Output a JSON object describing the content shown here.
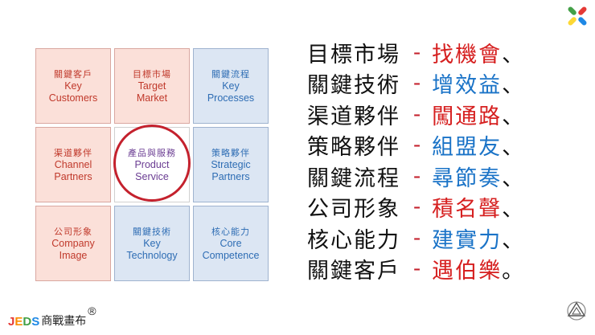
{
  "grid": [
    {
      "zh": "關鍵客戶",
      "en1": "Key",
      "en2": "Customers",
      "tone": "red"
    },
    {
      "zh": "目標市場",
      "en1": "Target",
      "en2": "Market",
      "tone": "red"
    },
    {
      "zh": "關鍵流程",
      "en1": "Key",
      "en2": "Processes",
      "tone": "blue"
    },
    {
      "zh": "渠道夥伴",
      "en1": "Channel",
      "en2": "Partners",
      "tone": "red"
    },
    {
      "zh": "產品與服務",
      "en1": "Product",
      "en2": "Service",
      "tone": "center"
    },
    {
      "zh": "策略夥伴",
      "en1": "Strategic",
      "en2": "Partners",
      "tone": "blue"
    },
    {
      "zh": "公司形象",
      "en1": "Company",
      "en2": "Image",
      "tone": "red"
    },
    {
      "zh": "關鍵技術",
      "en1": "Key",
      "en2": "Technology",
      "tone": "blue"
    },
    {
      "zh": "核心能力",
      "en1": "Core",
      "en2": "Competence",
      "tone": "blue"
    }
  ],
  "list": [
    {
      "term": "目標市場",
      "dash": "-",
      "value": "找機會",
      "punct": "、",
      "color": "#d62020"
    },
    {
      "term": "關鍵技術",
      "dash": "-",
      "value": "增效益",
      "punct": "、",
      "color": "#1a73c7"
    },
    {
      "term": "渠道夥伴",
      "dash": "-",
      "value": "闖通路",
      "punct": "、",
      "color": "#d62020"
    },
    {
      "term": "策略夥伴",
      "dash": "-",
      "value": "組盟友",
      "punct": "、",
      "color": "#1a73c7"
    },
    {
      "term": "關鍵流程",
      "dash": "-",
      "value": "尋節奏",
      "punct": "、",
      "color": "#1a73c7"
    },
    {
      "term": "公司形象",
      "dash": "-",
      "value": "積名聲",
      "punct": "、",
      "color": "#d62020"
    },
    {
      "term": "核心能力",
      "dash": "-",
      "value": "建實力",
      "punct": "、",
      "color": "#1a73c7"
    },
    {
      "term": "關鍵客戶",
      "dash": "-",
      "value": "遇伯樂",
      "punct": "。",
      "color": "#d62020"
    }
  ],
  "brand": {
    "letters": [
      {
        "ch": "J",
        "color": "#e53935"
      },
      {
        "ch": "E",
        "color": "#fb8c00"
      },
      {
        "ch": "D",
        "color": "#43a047"
      },
      {
        "ch": "S",
        "color": "#1e88e5"
      }
    ],
    "name": "商戰畫布",
    "reg": "®"
  },
  "icons": {
    "top_right": "colorful-x-logo-icon",
    "bottom_right": "triangle-emblem-icon"
  }
}
